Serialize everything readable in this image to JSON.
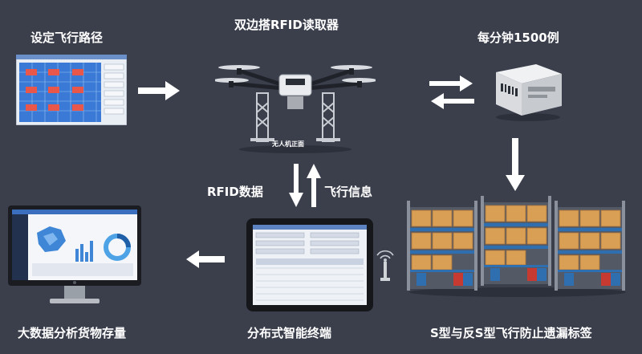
{
  "labels": {
    "set_route": "设定飞行路径",
    "reader": "双边搭RFID读取器",
    "rate": "每分钟1500例",
    "rfid_data": "RFID数据",
    "flight_info": "飞行信息",
    "big_data": "大数据分析货物存量",
    "terminal": "分布式智能终端",
    "s_flight": "S型与反S型飞行防止遗漏标签",
    "drone_caption": "无人机正面"
  },
  "colors": {
    "background": "#3b3f4c",
    "text": "#ffffff",
    "arrow": "#ffffff",
    "rack_blue": "#2f6fb0",
    "box": "#d9a055"
  },
  "icons": {
    "route_screen": "flight-route-screen-icon",
    "drone": "rfid-drone-icon",
    "package": "rfid-package-icon",
    "warehouse": "warehouse-racks-icon",
    "terminal": "tablet-terminal-icon",
    "analytics": "analytics-monitor-icon",
    "antenna": "wireless-antenna-icon"
  }
}
